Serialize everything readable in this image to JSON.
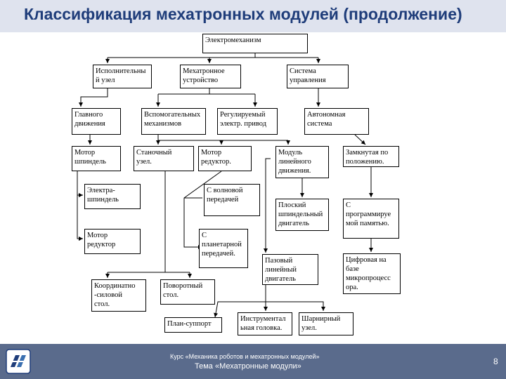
{
  "slide": {
    "title": "Классификация мехатронных модулей (продолжение)",
    "footer_course": "Курс «Механика роботов и мехатронных модулей»",
    "footer_topic": "Тема «Мехатронные модули»",
    "page_number": "8"
  },
  "nodes": {
    "electromechanism": "Электромеханизм",
    "actuator_unit": "Исполнительны\nй узел",
    "mechatronic_device": "Мехатронное\nустройство",
    "control_system": "Система\nуправления",
    "main_motion": "Главного\nдвижения",
    "auxiliary": "Вспомогательных\nмеханизмов",
    "regulated_drive": "Регулируемый\nэлектр. привод",
    "autonomous": "Автономная\nсистема",
    "spindle_motor": "Мотор\nшпиндель",
    "machine_unit": "Станочный\nузел.",
    "gear_motor": "Мотор\nредуктор.",
    "linear_module": "Модуль\nлинейного\nдвижения.",
    "closed_loop": "Замкнутая по\nположению.",
    "electrospindle": "Электра-\nшпиндель",
    "wave_gear": "С волновой\nпередачей",
    "flat_spindle": "Плоский\nшпиндельный\nдвигатель",
    "programmable": "С\nпрограммируе\nмой памятью.",
    "motor_reducer": "Мотор\nредуктор",
    "planetary": "С\nпланетарной\nпередачей.",
    "linear_motor": "Пазовый\nлинейный\nдвигатель",
    "digital_micro": "Цифровая на\nбазе\nмикропроцесс\nора.",
    "coordinate_table": "Координатно\n-силовой\nстол.",
    "rotary_table": "Поворотный\nстол.",
    "cross_slide": "План-суппорт",
    "tool_head": "Инструментал\nьная головка.",
    "hinge_unit": "Шарнирный\nузел."
  },
  "colors": {
    "title": "#1f3d7a",
    "title_band": "#dfe3ee",
    "footer": "#5a6b8c"
  }
}
